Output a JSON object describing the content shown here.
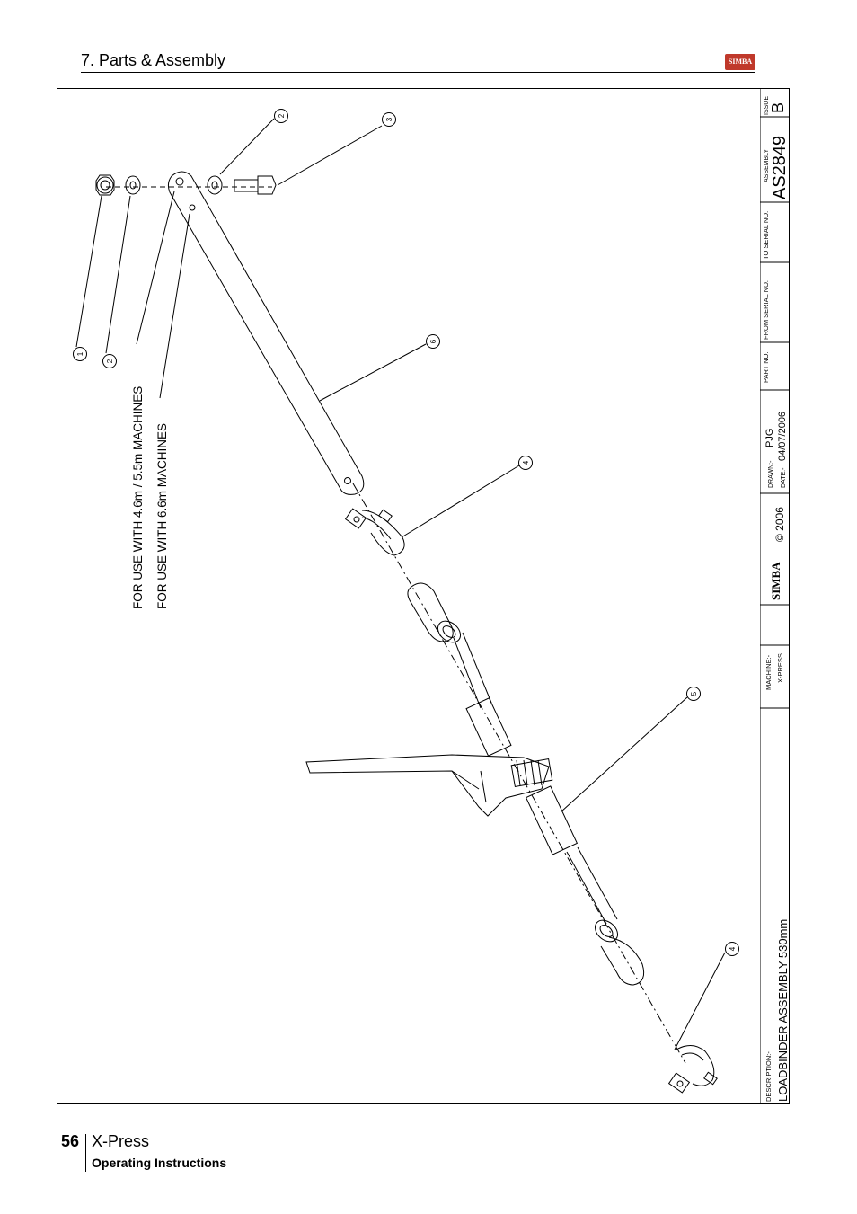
{
  "header": {
    "section_title": "7. Parts & Assembly",
    "logo_text": "SIMBA"
  },
  "drawing": {
    "notes": [
      "FOR USE WITH 4.6m / 5.5m MACHINES",
      "FOR USE WITH 6.6m MACHINES"
    ],
    "callouts": [
      "1",
      "2",
      "2",
      "3",
      "6",
      "4",
      "5",
      "4"
    ]
  },
  "title_block": {
    "issue_label": "ISSUE",
    "issue_value": "B",
    "assembly_label": "ASSEMBLY",
    "assembly_value": "AS2849",
    "to_serial_label": "TO SERIAL NO.",
    "from_serial_label": "FROM SERIAL NO.",
    "part_no_label": "PART NO.",
    "drawn_label": "DRAWN:-",
    "drawn_value": "PJG",
    "date_label": "DATE:-",
    "date_value": "04/07/2006",
    "copyright": "© 2006",
    "brand": "SIMBA",
    "machine_label": "MACHINE:-",
    "machine_value": "X-PRESS",
    "description_label": "DESCRIPTION:-",
    "description_value": "LOADBINDER ASSEMBLY 530mm"
  },
  "footer": {
    "page_number": "56",
    "product": "X-Press",
    "manual": "Operating Instructions"
  },
  "colors": {
    "logo_red": "#c0392b",
    "line": "#000000"
  }
}
